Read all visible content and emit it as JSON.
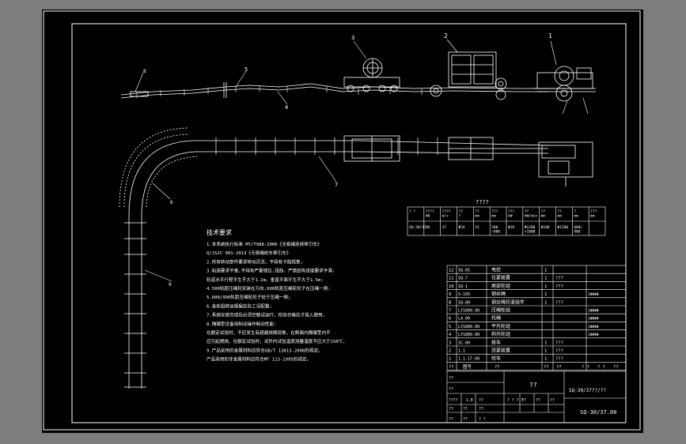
{
  "callouts": {
    "c1": "1",
    "c2": "2",
    "c3": "3",
    "c4": "4",
    "c5": "5",
    "c6": "6",
    "c7": "7",
    "c8": "8",
    "c9": "9"
  },
  "spec_table": {
    "title": "????",
    "header": [
      "? ?",
      "????\nkN",
      "????\nm/s",
      "??\n?",
      "??\nmm",
      "???\nmm",
      "???\nkW",
      "??\nkW/min",
      "??\nmm",
      "??\nmm",
      "?\nmm",
      "???\nmm"
    ],
    "row": [
      "SQ-30/37",
      "30",
      "37",
      "Φ34",
      "51",
      "500\n~900",
      "Φ18",
      "Φ1200\n×1000",
      "Φ100",
      "Φ1200",
      "600/\n900"
    ]
  },
  "notes": {
    "title": "技术要求",
    "lines": [
      "1.本系统执行标准 MT/T988-2006《无极绳连续牵引车》",
      "  Q/JSJC 001-2013《无极绳绞车牵引车》",
      "2.所有转动部件要求转动灵活，不得有卡阻现象;",
      "3.轨道要求平直,不得有严重错位,扭曲，严禁结构进度要求平滑，",
      "  轨道水平行程平生不大于1.2m，垂直平面平生不大于1.5m;",
      "4.500轨距压绳轮安装在万向,600轨距压绳轮轮子在压绳一侧;",
      "5.600/900轨距压绳轮轮子处于压绳一侧;",
      "6.各轮组转运根据实际工况配置;",
      "7.系统安装完成后必须空载试运行，检验合格后才投入使用。",
      "8.隔爆型设备用制动操作制动性能：",
      "在额定试验时，不应发生有超越烧毁现象，在断面内隔爆型内不",
      "应引起燃烧，在额定试验时，试件内试验温度测量温度不应大于150℃。",
      "9.产品采用的金属材料应符合GB/T 13813-2008的规定。",
      "  产品采用的非金属材料应符合MT 113-1995的规定。"
    ]
  },
  "parts_list": {
    "rows": [
      {
        "no": "12",
        "code": "SQ-05",
        "name": "电控",
        "qty": "1",
        "mat": "",
        "note": ""
      },
      {
        "no": "11",
        "code": "SQ-7",
        "name": "拉紧装置",
        "qty": "1",
        "mat": "???",
        "note": ""
      },
      {
        "no": "10",
        "code": "SQ-1",
        "name": "尾部轮组",
        "qty": "1",
        "mat": "???",
        "note": ""
      },
      {
        "no": "9",
        "code": "S-195",
        "name": "钢丝绳",
        "qty": "1",
        "mat": "",
        "note": "1ΦΦΦΦ"
      },
      {
        "no": "8",
        "code": "SQ-00",
        "name": "钢丝绳托滚组件",
        "qty": "1",
        "mat": "???",
        "note": ""
      },
      {
        "no": "7",
        "code": "LY1800.00",
        "name": "压绳轮组",
        "qty": "",
        "mat": "",
        "note": "1ΦΦΦΦ"
      },
      {
        "no": "6",
        "code": "L4.00",
        "name": "托绳",
        "qty": "",
        "mat": "",
        "note": "1ΦΦΦΦ"
      },
      {
        "no": "5",
        "code": "LY1800.00",
        "name": "平托轮组",
        "qty": "",
        "mat": "",
        "note": "1ΦΦΦΦ"
      },
      {
        "no": "4",
        "code": "LY1800.00",
        "name": "斜托轮组",
        "qty": "",
        "mat": "",
        "note": "1ΦΦΦΦ"
      },
      {
        "no": "3",
        "code": "SC.00",
        "name": "梭车",
        "qty": "1",
        "mat": "???",
        "note": ""
      },
      {
        "no": "2",
        "code": "1.1",
        "name": "张紧装置",
        "qty": "1",
        "mat": "???",
        "note": ""
      },
      {
        "no": "1",
        "code": "1.1.17.00",
        "name": "绞车",
        "qty": "1",
        "mat": "???",
        "note": ""
      }
    ],
    "footer": [
      "??",
      "图号",
      "??",
      "??",
      "??",
      "? ?",
      "? ?",
      "??"
    ]
  },
  "title_block": {
    "center": "??",
    "drawing_no_top": "SQ-30/37??/??",
    "drawing_no": "SQ-30/37.00",
    "misc": [
      "??",
      "??",
      "????",
      "1.0",
      "??",
      "??",
      "??",
      "? ? ? ?",
      "??",
      "??",
      "??",
      "??",
      "??",
      "??",
      "? ?"
    ]
  }
}
